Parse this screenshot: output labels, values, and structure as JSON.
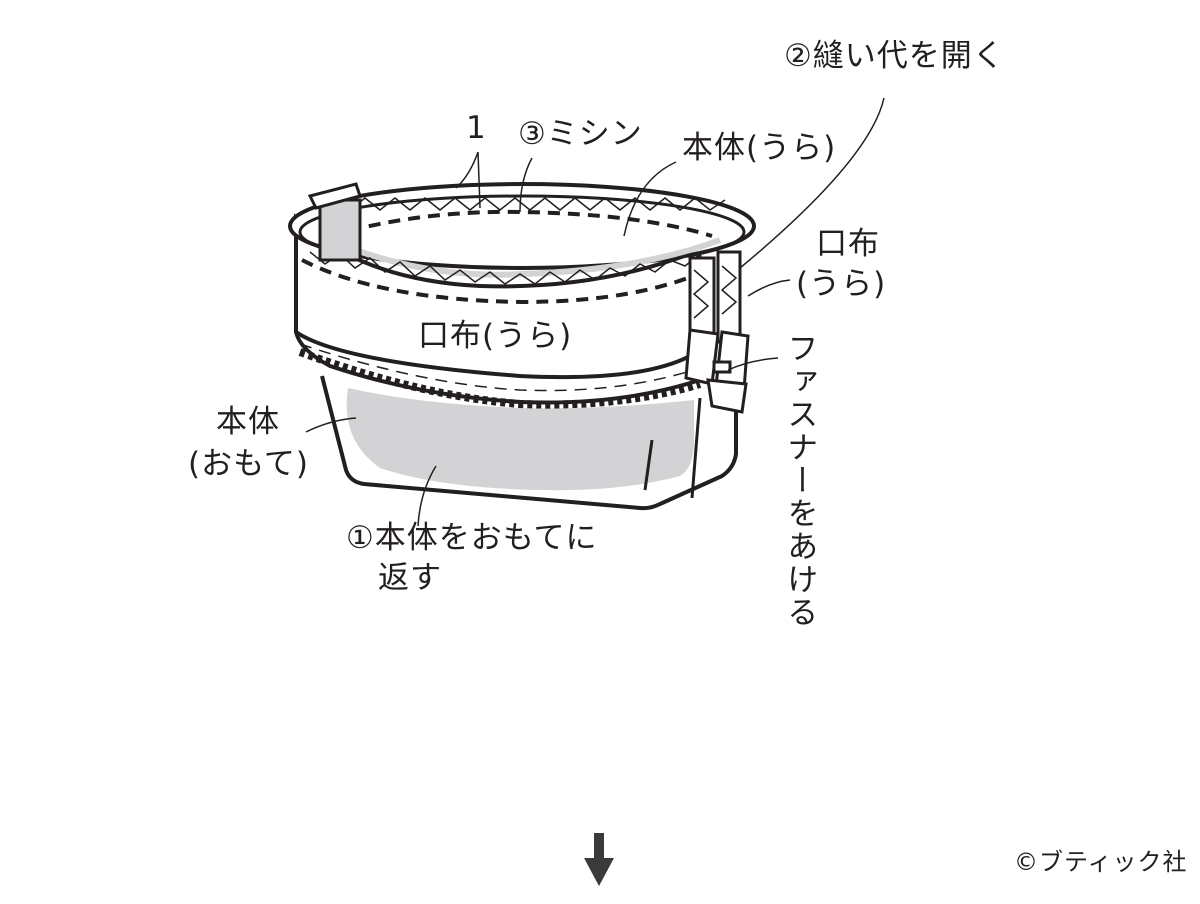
{
  "diagram": {
    "subject": "Pouch assembly step: turning body right side out",
    "colors": {
      "line": "#231f20",
      "fill_gray": "#d3d3d5",
      "background": "#ffffff",
      "arrow": "#3a3a3a"
    },
    "labels": {
      "step2": "②縫い代を開く",
      "part1": "1",
      "step3": "③ミシン",
      "body_back_top": "本体(うら)",
      "mouth_cloth_back_right_1": "口布",
      "mouth_cloth_back_right_2": "(うら)",
      "mouth_cloth_back_center": "口布(うら)",
      "zipper_open": "ファスナーをあける",
      "body_front_1": "本体",
      "body_front_2": "(おもて)",
      "step1_line1": "①本体をおもてに",
      "step1_line2": "返す"
    },
    "next_arrow": "down-arrow",
    "copyright": "©ブティック社"
  }
}
